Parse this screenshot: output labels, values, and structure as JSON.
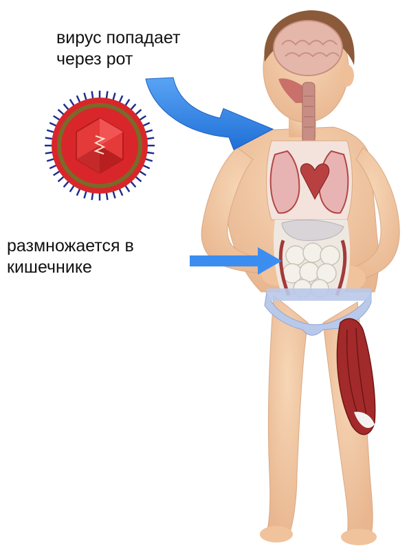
{
  "labels": {
    "mouth": {
      "line1": "вирус попадает",
      "line2": "через рот"
    },
    "intestine": {
      "line1": "размножается в",
      "line2": "кишечнике"
    }
  },
  "icons": {
    "virus": "virus-icon",
    "body": "child-anatomy-icon",
    "arrow_mouth": "curved-arrow-icon",
    "arrow_intestine": "arrow-right-icon"
  },
  "colors": {
    "arrow": "#2f7fe0",
    "arrow_dark": "#1a5fbf",
    "virus_core": "#d8262b",
    "virus_capsid": "#e53a3a",
    "virus_ring": "#7a6a2a",
    "virus_spikes": "#1d2f8a",
    "skin": "#f2c9a4",
    "organ_red": "#a32a2a",
    "brain": "#e4b7aa",
    "intestine": "#eeeae2",
    "underwear": "#b9c9ea",
    "hair": "#8a5a3a"
  }
}
